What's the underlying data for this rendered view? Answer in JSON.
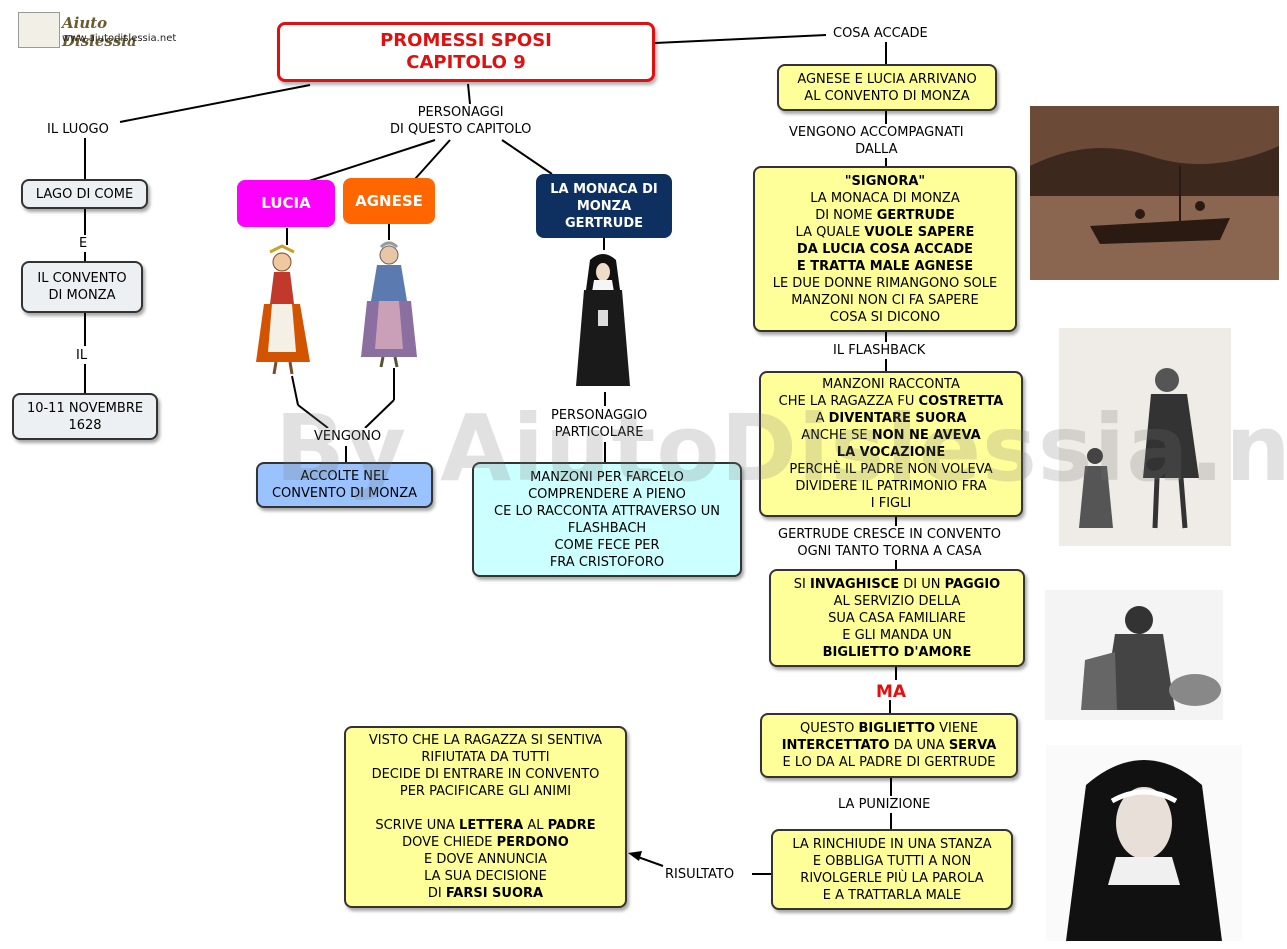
{
  "logo": {
    "name": "Aiuto Dislessia",
    "url": "www.aiutodislessia.net"
  },
  "title": {
    "line1": "PROMESSI SPOSI",
    "line2": "CAPITOLO 9"
  },
  "watermark": "By AiutoDislessia.net",
  "left": {
    "luogo_label": "IL LUOGO",
    "lago": "LAGO DI COME",
    "e_label": "E",
    "convento": [
      "IL CONVENTO",
      "DI MONZA"
    ],
    "il_label": "IL",
    "date": [
      "10-11 NOVEMBRE",
      "1628"
    ]
  },
  "characters": {
    "label": [
      "PERSONAGGI",
      "DI QUESTO CAPITOLO"
    ],
    "lucia": "LUCIA",
    "agnese": "AGNESE",
    "monaca": [
      "LA MONACA DI",
      "MONZA",
      "GERTRUDE"
    ],
    "vengono_label": "VENGONO",
    "accolte": [
      "ACCOLTE NEL",
      "CONVENTO DI MONZA"
    ],
    "particolare_label": [
      "PERSONAGGIO",
      "PARTICOLARE"
    ],
    "manzoni": [
      "MANZONI  PER FARCELO",
      "COMPRENDERE A PIENO",
      "CE LO RACCONTA ATTRAVERSO UN",
      "FLASHBACH",
      "COME FECE PER",
      "FRA CRISTOFORO"
    ]
  },
  "right": {
    "cosa_label": "COSA  ACCADE",
    "arrivano": [
      "AGNESE E LUCIA ARRIVANO",
      "AL CONVENTO DI MONZA"
    ],
    "accompagnati_label": [
      "VENGONO ACCOMPAGNATI",
      "DALLA"
    ],
    "signora": {
      "l1": "\"SIGNORA\"",
      "l2": "LA MONACA DI MONZA",
      "l3a": "DI NOME ",
      "l3b": "GERTRUDE",
      "l4a": "LA QUALE ",
      "l4b": "VUOLE SAPERE",
      "l5": "DA LUCIA COSA ACCADE",
      "l6": "E TRATTA MALE AGNESE",
      "l7": "LE DUE DONNE RIMANGONO SOLE",
      "l8": "MANZONI NON CI FA SAPERE",
      "l9": "COSA SI DICONO"
    },
    "flashback_label": "IL FLASHBACK",
    "racconta": {
      "l1": "MANZONI RACCONTA",
      "l2a": "CHE LA RAGAZZA FU ",
      "l2b": "COSTRETTA",
      "l3a": "A ",
      "l3b": "DIVENTARE SUORA",
      "l4a": "ANCHE SE ",
      "l4b": "NON NE AVEVA",
      "l5": "LA VOCAZIONE",
      "l6": "PERCHÈ IL PADRE NON VOLEVA",
      "l7": "DIVIDERE IL PATRIMONIO FRA",
      "l8": "I FIGLI"
    },
    "cresce_label": [
      "GERTRUDE CRESCE IN CONVENTO",
      "OGNI TANTO TORNA A CASA"
    ],
    "invaghisce": {
      "l1a": "SI ",
      "l1b": "INVAGHISCE",
      "l1c": " DI UN ",
      "l1d": "PAGGIO",
      "l2": "AL SERVIZIO DELLA",
      "l3": "SUA CASA FAMILIARE",
      "l4": "E GLI MANDA UN",
      "l5": "BIGLIETTO D'AMORE"
    },
    "ma": "MA",
    "biglietto": {
      "l1a": "QUESTO ",
      "l1b": "BIGLIETTO",
      "l1c": " VIENE",
      "l2a": "INTERCETTATO",
      "l2b": " DA UNA ",
      "l2c": "SERVA",
      "l3": "E LO DA AL PADRE DI GERTRUDE"
    },
    "punizione_label": "LA PUNIZIONE",
    "rinchiude": [
      "LA RINCHIUDE IN UNA STANZA",
      "E OBBLIGA TUTTI A NON",
      "RIVOLGERLE PIÙ LA PAROLA",
      "E A TRATTARLA MALE"
    ],
    "risultato_label": "RISULTATO",
    "visto": {
      "l1": "VISTO CHE LA RAGAZZA SI SENTIVA",
      "l2": "RIFIUTATA DA TUTTI",
      "l3": "DECIDE DI ENTRARE IN CONVENTO",
      "l4": "PER PACIFICARE GLI ANIMI",
      "l5a": "SCRIVE UNA ",
      "l5b": "LETTERA",
      "l5c": " AL ",
      "l5d": "PADRE",
      "l6a": "DOVE CHIEDE ",
      "l6b": "PERDONO",
      "l7": "E DOVE ANNUNCIA",
      "l8": "LA SUA DECISIONE",
      "l9a": "DI ",
      "l9b": "FARSI SUORA"
    }
  },
  "colors": {
    "title_red": "#e01010",
    "lucia": "#ff00ff",
    "agnese": "#ff6600",
    "monaca": "#0d3060",
    "yellow": "#ffff99"
  }
}
